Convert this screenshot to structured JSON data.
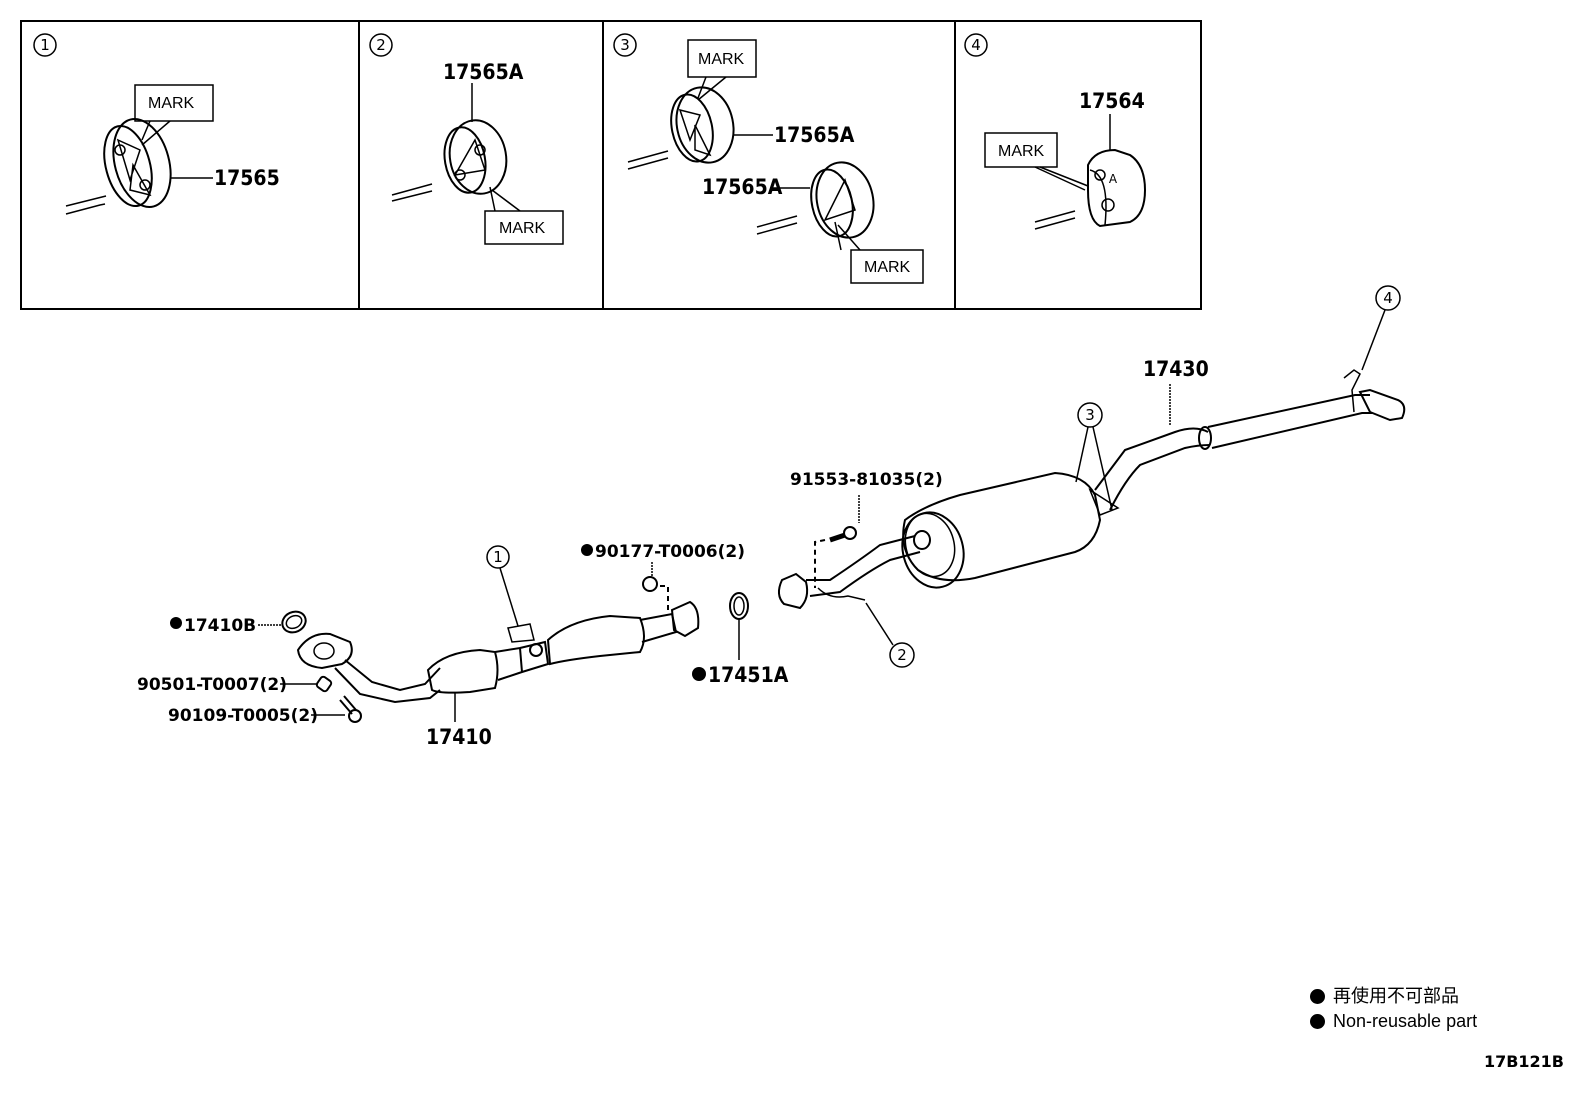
{
  "diagram": {
    "inset_panels": [
      {
        "index_label": "1",
        "parts": [
          {
            "number": "17565"
          }
        ],
        "mark_labels": [
          "MARK"
        ]
      },
      {
        "index_label": "2",
        "parts": [
          {
            "number": "17565A"
          }
        ],
        "mark_labels": [
          "MARK"
        ]
      },
      {
        "index_label": "3",
        "parts": [
          {
            "number": "17565A"
          },
          {
            "number": "17565A"
          }
        ],
        "mark_labels": [
          "MARK",
          "MARK"
        ]
      },
      {
        "index_label": "4",
        "parts": [
          {
            "number": "17564"
          }
        ],
        "mark_labels": [
          "MARK"
        ]
      }
    ],
    "main_parts": {
      "gasket_front": {
        "number": "17410B",
        "non_reusable": true
      },
      "spring": {
        "number": "90501-T0007(2)",
        "non_reusable": false
      },
      "bolt_front": {
        "number": "90109-T0005(2)",
        "non_reusable": false
      },
      "front_pipe": {
        "number": "17410",
        "non_reusable": false
      },
      "nut": {
        "number": "90177-T0006(2)",
        "non_reusable": true
      },
      "gasket_mid": {
        "number": "17451A",
        "non_reusable": true
      },
      "bolt_rear": {
        "number": "91553-81035(2)",
        "non_reusable": false
      },
      "tail_pipe": {
        "number": "17430",
        "non_reusable": false
      }
    },
    "callouts": {
      "c1": "1",
      "c2": "2",
      "c3": "3",
      "c4": "4"
    }
  },
  "legend": {
    "items": [
      {
        "symbol": "filled-circle",
        "text": "再使用不可部品"
      },
      {
        "symbol": "filled-circle",
        "text": "Non-reusable part"
      }
    ]
  },
  "illustration_code": "17B121B"
}
